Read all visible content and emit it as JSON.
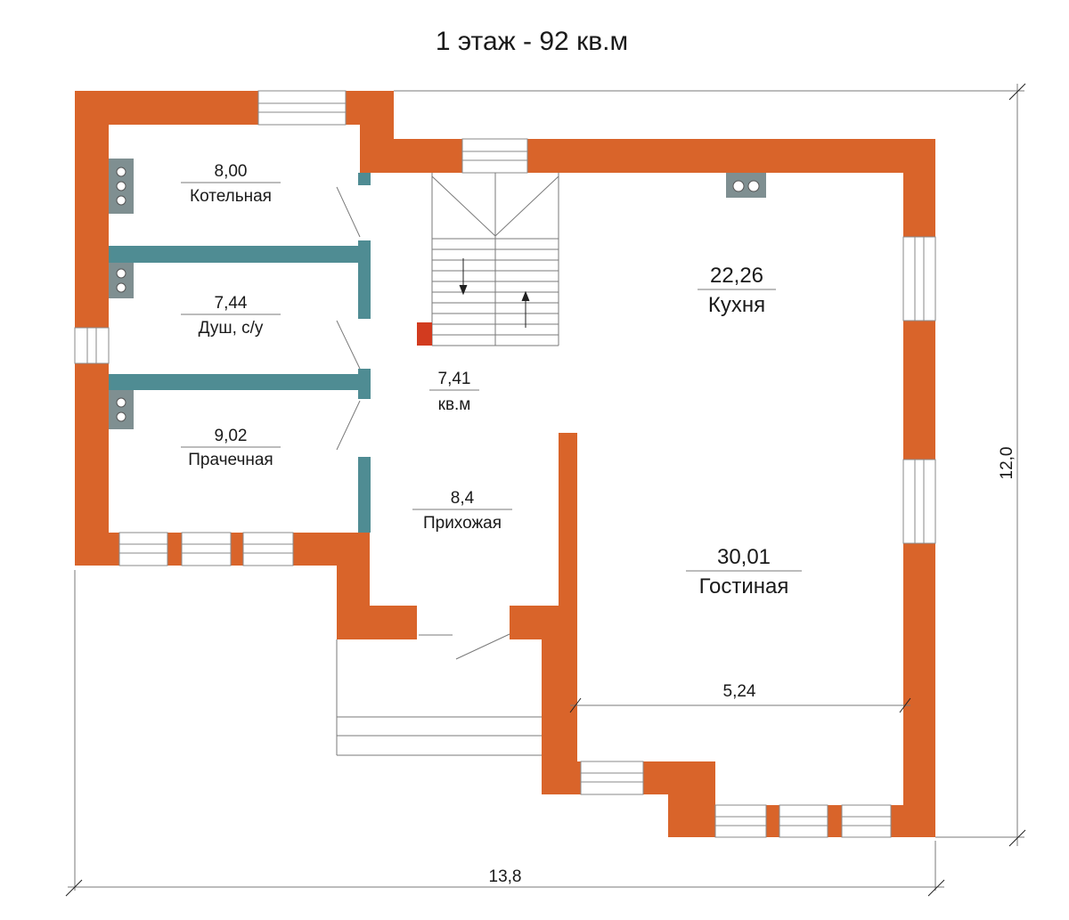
{
  "title": "1 этаж - 92 кв.м",
  "colors": {
    "brick_wall": "#d9642a",
    "partition_wall": "#4f8c93",
    "chimney_block": "#d23b1f",
    "background": "#ffffff"
  },
  "rooms": {
    "boiler": {
      "area": "8,00",
      "name": "Котельная"
    },
    "shower": {
      "area": "7,44",
      "name": "Душ, с/у"
    },
    "laundry": {
      "area": "9,02",
      "name": "Прачечная"
    },
    "hall": {
      "area": "7,41",
      "name": "кв.м"
    },
    "entrance": {
      "area": "8,4",
      "name": "Прихожая"
    },
    "kitchen": {
      "area": "22,26",
      "name": "Кухня"
    },
    "living": {
      "area": "30,01",
      "name": "Гостиная"
    }
  },
  "dimensions": {
    "width_total": "13,8",
    "height_total": "12,0",
    "living_width": "5,24"
  }
}
